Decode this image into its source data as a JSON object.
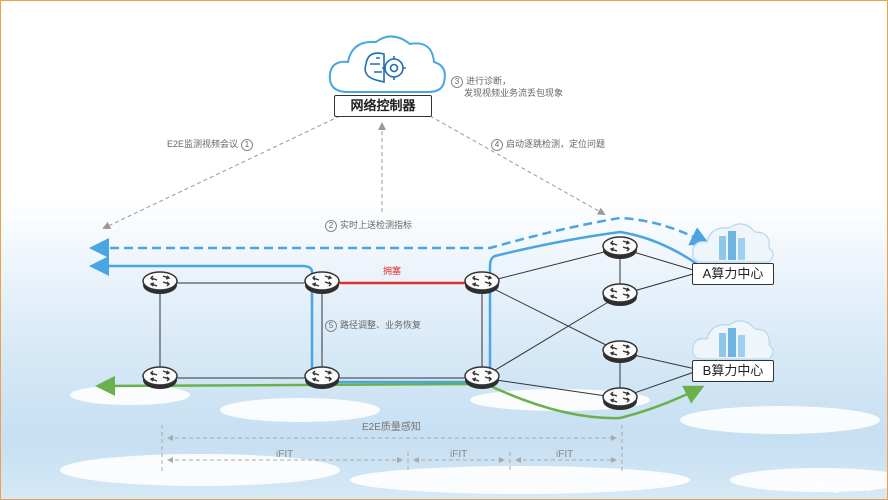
{
  "controller": {
    "label": "网络控制器",
    "icon": "brain-gear-icon"
  },
  "steps": {
    "s1": {
      "num": "1",
      "text": "E2E监测视频会议"
    },
    "s2": {
      "num": "2",
      "text": "实时上送检测指标"
    },
    "s3": {
      "num": "3",
      "line1": "进行诊断，",
      "line2": "发现视频业务流丢包现象"
    },
    "s4": {
      "num": "4",
      "text": "启动逐跳检测，定位问题"
    },
    "s5": {
      "num": "5",
      "text": "路径调整、业务恢复"
    }
  },
  "congestion": "拥塞",
  "datacenters": {
    "a": "A算力中心",
    "b": "B算力中心"
  },
  "measure": {
    "e2e": "E2E质量感知",
    "ifit1": "iFIT",
    "ifit2": "iFIT",
    "ifit3": "iFIT"
  },
  "colors": {
    "blue_path": "#4aa6e0",
    "green_path": "#6ab04c",
    "congestion": "#e03030"
  },
  "watermark": "CSDN @RZer"
}
